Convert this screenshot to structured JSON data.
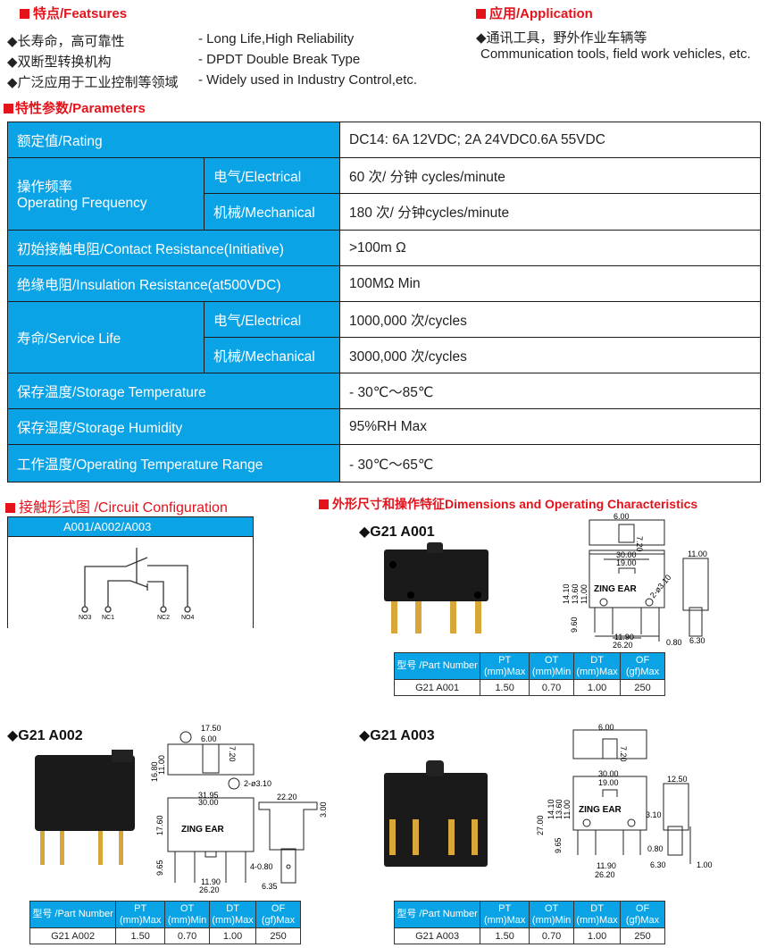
{
  "features": {
    "heading": "特点/Featsures",
    "items": [
      {
        "cn": "◆长寿命，高可靠性",
        "en": "- Long Life,High   Reliability"
      },
      {
        "cn": "◆双断型转换机构",
        "en": "- DPDT Double Break  Type"
      },
      {
        "cn": "◆广泛应用于工业控制等领域",
        "en": "- Widely  used  in  Industry  Control,etc."
      }
    ]
  },
  "application": {
    "heading": "应用/Application",
    "cn": "◆通讯工具，野外作业车辆等",
    "en": "Communication tools, field work vehicles, etc."
  },
  "parameters": {
    "heading": "特性参数/Parameters",
    "rating": {
      "label": "额定值/Rating",
      "value": "DC14: 6A 12VDC; 2A 24VDC0.6A  55VDC"
    },
    "op_freq": {
      "label_cn": "操作频率",
      "label_en": "Operating  Frequency",
      "electrical": "电气/Electrical",
      "electrical_value": "60 次/ 分钟  cycles/minute",
      "mechanical": "机械/Mechanical",
      "mechanical_value": "180 次/ 分钟cycles/minute"
    },
    "contact": {
      "label": "初始接触电阻/Contact  Resistance(Initiative)",
      "value": ">100m Ω"
    },
    "insulation": {
      "label": "绝缘电阻/Insulation    Resistance(at500VDC)",
      "value": "100MΩ  Min"
    },
    "life": {
      "label": "寿命/Service   Life",
      "electrical": "电气/Electrical",
      "electrical_value": "1000,000  次/cycles",
      "mechanical": "机械/Mechanical",
      "mechanical_value": "3000,000 次/cycles"
    },
    "storage_temp": {
      "label": "保存温度/Storage  Temperature",
      "value": "- 30℃～85℃"
    },
    "storage_hum": {
      "label": "保存湿度/Storage  Humidity",
      "value": "95%RH Max"
    },
    "op_temp": {
      "label": "工作温度/Operating  Temperature Range",
      "value": "- 30℃～65℃"
    }
  },
  "circuit": {
    "heading": "接触形式图  /Circuit   Configuration",
    "models": "A001/A002/A003",
    "terminals": [
      "NO3",
      "NC1",
      "NC2",
      "NO4"
    ]
  },
  "dimensions": {
    "heading": "外形尺寸和操作特征Dimensions and Operating Characteristics",
    "brand": "ZING EAR"
  },
  "spec_headers": {
    "part": "型号 /Part Number",
    "pt": [
      "PT",
      "(mm)Max"
    ],
    "ot": [
      "OT",
      "(mm)Min"
    ],
    "dt": [
      "DT",
      "(mm)Max"
    ],
    "of": [
      "OF",
      "(gf)Max"
    ]
  },
  "models": [
    {
      "title": "◆G21 A001",
      "part": "G21  A001",
      "pt": "1.50",
      "ot": "0.70",
      "dt": "1.00",
      "of": "250",
      "dims": [
        "6.00",
        "7.20",
        "30.00",
        "19.00",
        "14.10",
        "13.60",
        "11.00",
        "2-ø3.10",
        "9.60",
        "11.90",
        "26.20",
        "0.80",
        "11.00",
        "6.30"
      ]
    },
    {
      "title": "◆G21 A002",
      "part": "G21  A002",
      "pt": "1.50",
      "ot": "0.70",
      "dt": "1.00",
      "of": "250",
      "dims": [
        "17.50",
        "6.00",
        "7.20",
        "16.80",
        "11.00",
        "2-ø3.10",
        "31.95",
        "30.00",
        "17.60",
        "9.65",
        "11.90",
        "26.20",
        "4-0.80",
        "22.20",
        "3.00",
        "6.35"
      ]
    },
    {
      "title": "◆G21 A003",
      "part": "G21  A003",
      "pt": "1.50",
      "ot": "0.70",
      "dt": "1.00",
      "of": "250",
      "dims": [
        "6.00",
        "7.20",
        "30.00",
        "19.00",
        "14.10",
        "13.60",
        "11.00",
        "27.00",
        "3.10",
        "9.65",
        "0.80",
        "11.90",
        "26.20",
        "12.50",
        "6.30",
        "1.00"
      ]
    }
  ],
  "colors": {
    "accent_red": "#e4121b",
    "table_blue": "#0aa3e6"
  }
}
